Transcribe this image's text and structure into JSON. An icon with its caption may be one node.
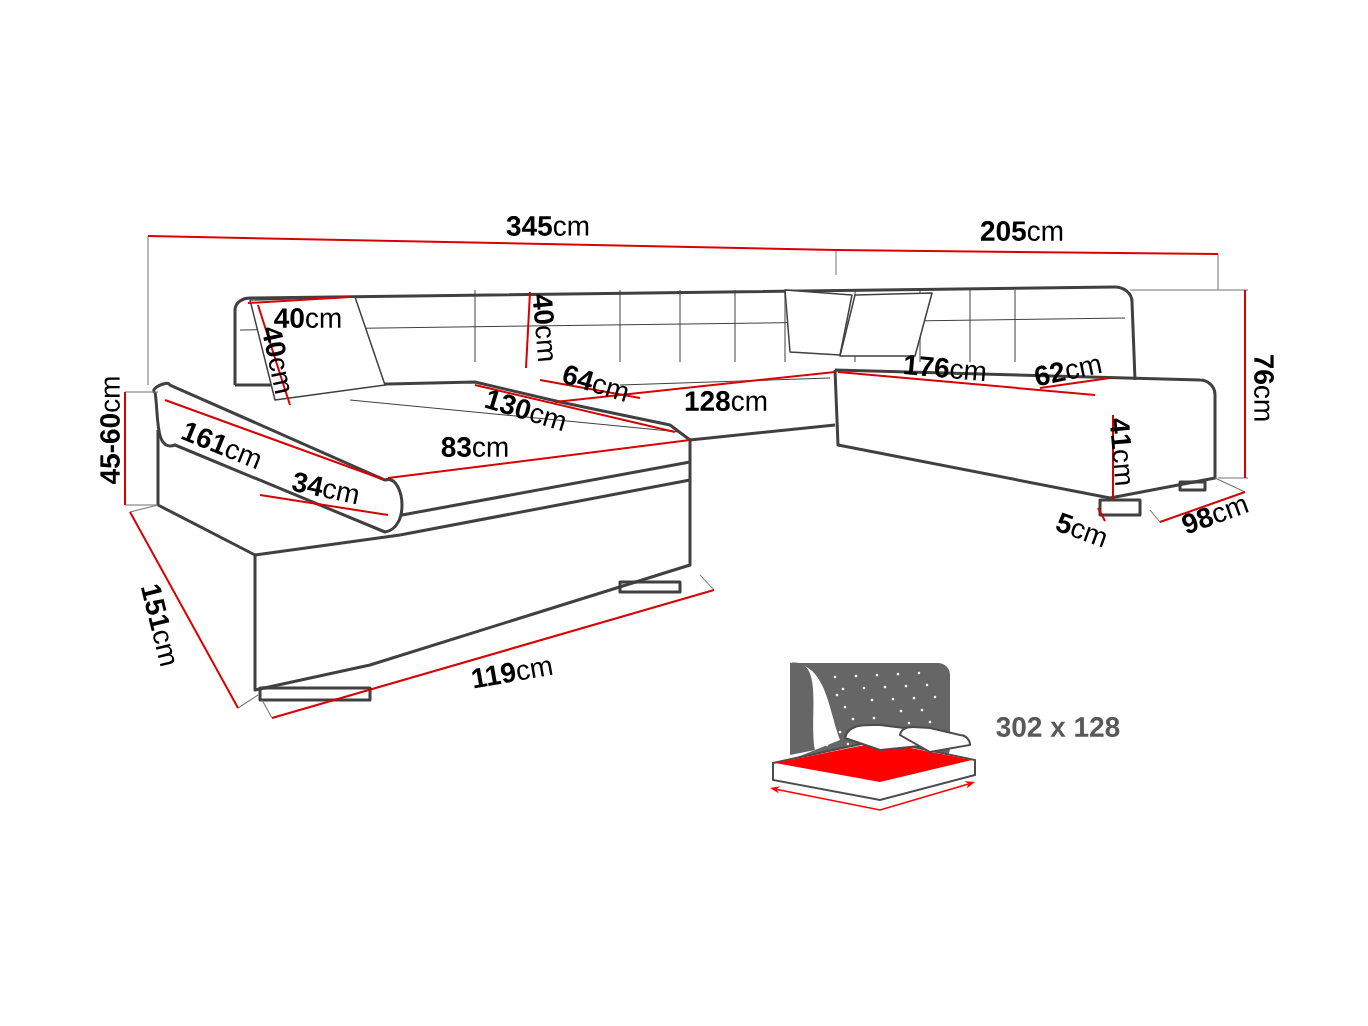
{
  "diagram": {
    "labels": [
      "**345**cm",
      "**205**cm",
      "**76**cm",
      "**45-60**cm",
      "**40**cm",
      "**40**cm",
      "**40**cm",
      "**64**cm",
      "**176**cm",
      "**62**cm",
      "**130**cm",
      "**128**cm",
      "**161**cm",
      "**83**cm",
      "**41**cm",
      "**34**cm",
      "**5**cm",
      "**98**cm",
      "**151**cm",
      "**119**cm",
      "302 x 128"
    ]
  }
}
